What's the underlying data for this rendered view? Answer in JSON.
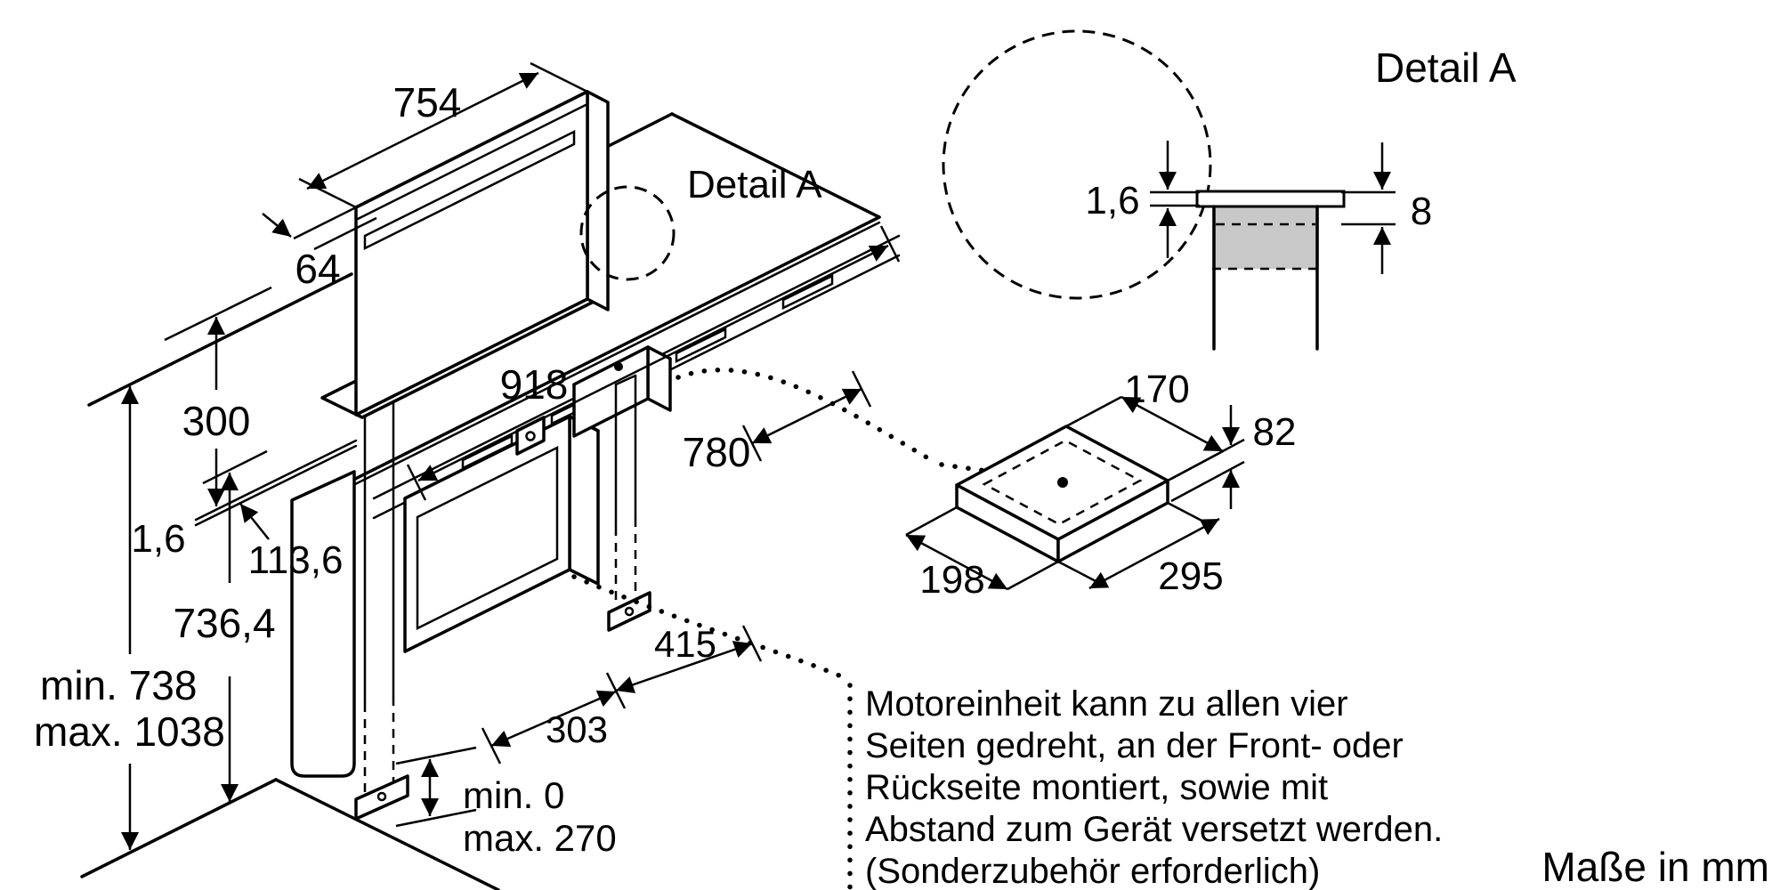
{
  "drawing": {
    "type": "installation-dimension-diagram",
    "units_note": "Maße in mm",
    "labels": {
      "d754": "754",
      "d64": "64",
      "d300": "300",
      "d16main": "1,6",
      "d1136": "113,6",
      "d7364": "736,4",
      "dmin738": "min. 738",
      "dmax1038": "max. 1038",
      "d918": "918",
      "d780": "780",
      "d415": "415",
      "d303": "303",
      "dmin0": "min. 0",
      "dmax270": "max. 270"
    },
    "detail_a": {
      "callout_label": "Detail A",
      "title": "Detail A",
      "d16": "1,6",
      "d8": "8"
    },
    "motor_unit": {
      "d170": "170",
      "d82": "82",
      "d198": "198",
      "d295": "295"
    },
    "note": {
      "lines": [
        "Motoreinheit kann zu allen vier",
        "Seiten gedreht, an der Front- oder",
        "Rückseite montiert, sowie mit",
        "Abstand zum Gerät versetzt werden.",
        "(Sonderzubehör erforderlich)"
      ]
    },
    "colors": {
      "line": "#000000",
      "background": "#ffffff",
      "worktop_shading": "#c8c8c8"
    }
  }
}
